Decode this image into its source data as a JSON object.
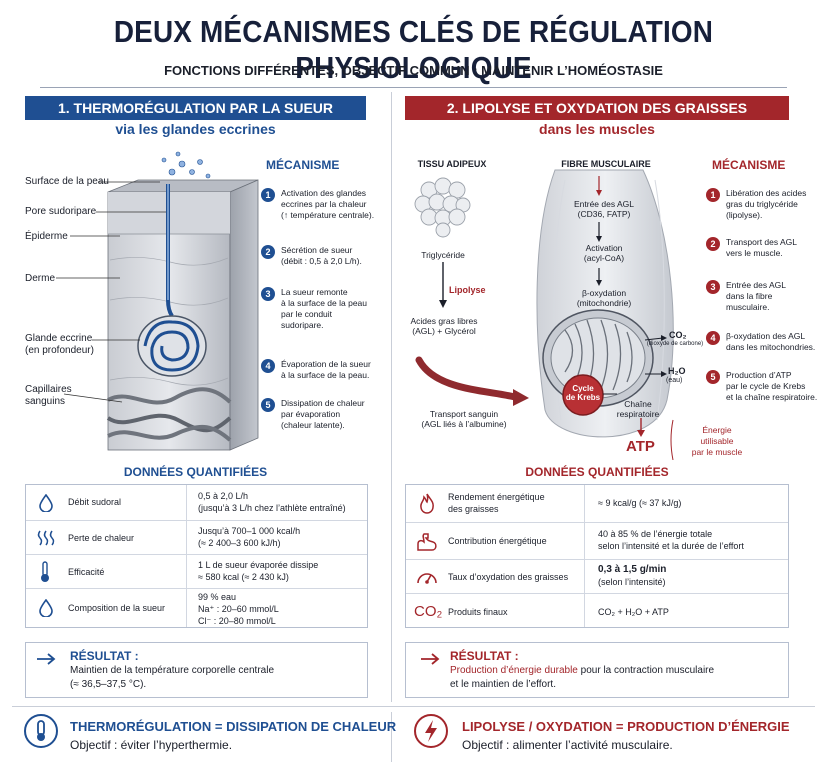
{
  "header": {
    "title": "DEUX MÉCANISMES CLÉS DE RÉGULATION PHYSIOLOGIQUE",
    "subtitle": "FONCTIONS DIFFÉRENTES, OBJECTIF COMMUN : MAINTENIR L’HOMÉOSTASIE"
  },
  "colors": {
    "blue": "#1f4f92",
    "red": "#a3262b",
    "navy": "#17203a"
  },
  "left": {
    "banner": "1. THERMORÉGULATION PAR LA SUEUR",
    "subhead": "via les glandes eccrines",
    "labels": {
      "surface": "Surface de la peau",
      "pore": "Pore sudoripare",
      "epiderme": "Épiderme",
      "derme": "Derme",
      "glande1": "Glande eccrine",
      "glande2": "(en profondeur)",
      "capill1": "Capillaires",
      "capill2": "sanguins"
    },
    "mechanism_title": "MÉCANISME",
    "steps": [
      {
        "n": "1",
        "lines": [
          "Activation des glandes",
          "eccrines par la chaleur",
          "(↑ température centrale)."
        ]
      },
      {
        "n": "2",
        "lines": [
          "Sécrétion de sueur",
          "(débit : 0,5 à 2,0 L/h)."
        ]
      },
      {
        "n": "3",
        "lines": [
          "La sueur remonte",
          "à la surface de la peau",
          "par le conduit",
          "sudoripare."
        ]
      },
      {
        "n": "4",
        "lines": [
          "Évaporation de la sueur",
          "à la surface de la peau."
        ]
      },
      {
        "n": "5",
        "lines": [
          "Dissipation de chaleur",
          "par évaporation",
          "(chaleur latente)."
        ]
      }
    ],
    "data_title": "DONNÉES QUANTIFIÉES",
    "table": [
      {
        "icon": "drop-icon",
        "name": "Débit sudoral",
        "v1": "0,5 à 2,0 L/h",
        "v2": "(jusqu’à 3 L/h chez l’athlète entraîné)",
        "v3": ""
      },
      {
        "icon": "heat-waves-icon",
        "name": "Perte de chaleur",
        "v1": "Jusqu’à 700–1 000 kcal/h",
        "v2": "(≈ 2 400–3 600 kJ/h)",
        "v3": ""
      },
      {
        "icon": "thermometer-icon",
        "name": "Efficacité",
        "v1": "1 L de sueur évaporée dissipe",
        "v2": "≈ 580 kcal (≈ 2 430 kJ)",
        "v3": ""
      },
      {
        "icon": "drop-icon",
        "name": "Composition de la sueur",
        "v1": "99 % eau",
        "v2": "Na⁺ : 20–60 mmol/L",
        "v3": "Cl⁻ : 20–80 mmol/L"
      }
    ],
    "result_title": "RÉSULTAT :",
    "result_line1": "Maintien de la température corporelle centrale",
    "result_line2": "(≈ 36,5–37,5 °C).",
    "footer_title": "THERMORÉGULATION = DISSIPATION DE CHALEUR",
    "footer_sub": "Objectif : éviter l’hyperthermie."
  },
  "right": {
    "banner": "2. LIPOLYSE ET OXYDATION DES GRAISSES",
    "subhead": "dans les muscles",
    "tissu": "TISSU ADIPEUX",
    "fibre": "FIBRE MUSCULAIRE",
    "triglyceride": "Triglycéride",
    "lipolyse": "Lipolyse",
    "agl1": "Acides gras libres",
    "agl2": "(AGL) + Glycérol",
    "transport1": "Transport sanguin",
    "transport2": "(AGL liés à l’albumine)",
    "entree1": "Entrée des AGL",
    "entree2": "(CD36, FATP)",
    "activation1": "Activation",
    "activation2": "(acyl-CoA)",
    "beta1": "β-oxydation",
    "beta2": "(mitochondrie)",
    "co2": "CO₂",
    "co2sub": "(dioxyde de carbone)",
    "h2o": "H₂O",
    "h2osub": "(eau)",
    "krebs1": "Cycle",
    "krebs2": "de Krebs",
    "chaine1": "Chaîne",
    "chaine2": "respiratoire",
    "atp": "ATP",
    "energie1": "Énergie",
    "energie2": "utilisable",
    "energie3": "par le muscle",
    "mechanism_title": "MÉCANISME",
    "steps": [
      {
        "n": "1",
        "lines": [
          "Libération des acides",
          "gras du triglycéride",
          "(lipolyse)."
        ]
      },
      {
        "n": "2",
        "lines": [
          "Transport des AGL",
          "vers le muscle."
        ]
      },
      {
        "n": "3",
        "lines": [
          "Entrée des AGL",
          "dans la fibre",
          "musculaire."
        ]
      },
      {
        "n": "4",
        "lines": [
          "β-oxydation des AGL",
          "dans les mitochondries."
        ]
      },
      {
        "n": "5",
        "lines": [
          "Production d’ATP",
          "par le cycle de Krebs",
          "et la chaîne respiratoire."
        ]
      }
    ],
    "data_title": "DONNÉES QUANTIFIÉES",
    "table": [
      {
        "icon": "flame-icon",
        "name1": "Rendement énergétique",
        "name2": "des graisses",
        "v1": "≈ 9 kcal/g (≈ 37 kJ/g)",
        "v2": ""
      },
      {
        "icon": "muscle-icon",
        "name1": "Contribution énergétique",
        "name2": "",
        "v1": "40 à 85 % de l’énergie totale",
        "v2": "selon l’intensité et la durée de l’effort"
      },
      {
        "icon": "gauge-icon",
        "name1": "Taux d’oxydation des graisses",
        "name2": "",
        "v1": "0,3 à 1,5 g/min",
        "v2": "(selon l’intensité)"
      },
      {
        "icon": "co2-icon",
        "icon_text": "CO₂",
        "name1": "Produits finaux",
        "name2": "",
        "v1": "CO₂ + H₂O + ATP",
        "v2": ""
      }
    ],
    "result_title": "RÉSULTAT :",
    "result_highlight": "Production d’énergie durable",
    "result_rest": " pour la contraction musculaire",
    "result_line2": "et le maintien de l’effort.",
    "footer_title": "LIPOLYSE / OXYDATION = PRODUCTION D’ÉNERGIE",
    "footer_sub": "Objectif : alimenter l’activité musculaire."
  }
}
